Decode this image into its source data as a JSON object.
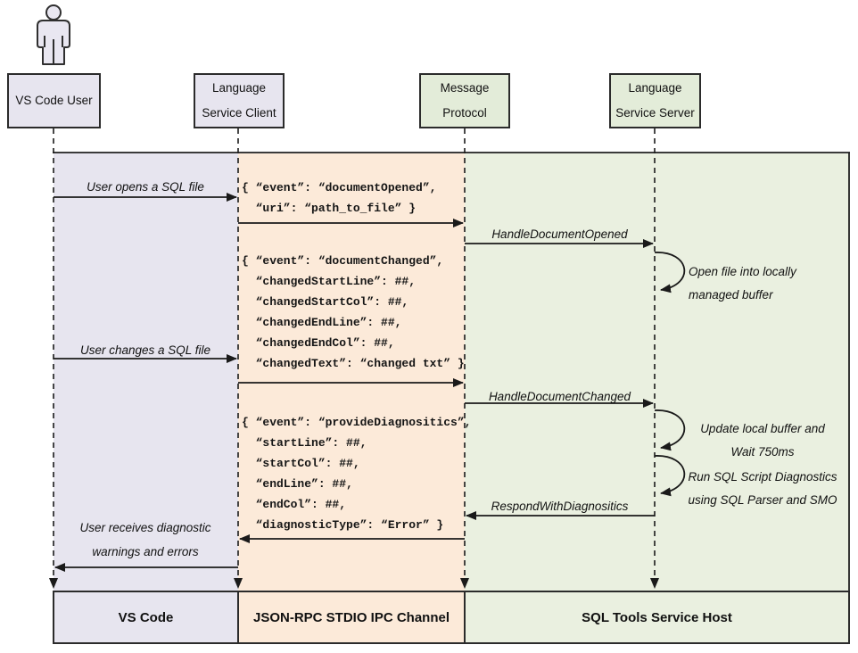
{
  "headers": {
    "user": {
      "title": "VS Code User"
    },
    "client": {
      "line1": "Language",
      "line2": "Service Client"
    },
    "protocol": {
      "line1": "Message",
      "line2": "Protocol"
    },
    "server": {
      "line1": "Language",
      "line2": "Service Server"
    }
  },
  "messages": {
    "open_file": "User opens a SQL file",
    "handle_opened": "HandleDocumentOpened",
    "change_file": "User changes a SQL file",
    "handle_changed": "HandleDocumentChanged",
    "respond_with_diagnostics": "RespondWithDiagnositics",
    "receive_line1": "User receives diagnostic",
    "receive_line2": "warnings and errors"
  },
  "server_notes": {
    "open_buffer_line1": "Open file into locally",
    "open_buffer_line2": "managed buffer",
    "update_buffer_line1": "Update local buffer and",
    "update_buffer_line2": "Wait 750ms",
    "run_diagnostics_line1": "Run SQL Script Diagnostics",
    "run_diagnostics_line2": "using SQL Parser and SMO"
  },
  "payloads": {
    "document_opened": "{ “event”: “documentOpened”,\n  “uri”: “path_to_file” }",
    "document_changed": "{ “event”: “documentChanged”,\n  “changedStartLine”: ##,\n  “changedStartCol”: ##,\n  “changedEndLine”: ##,\n  “changedEndCol”: ##,\n  “changedText”: “changed txt” }",
    "provide_diagnostics": "{ “event”: “provideDiagnositics”,\n  “startLine”: ##,\n  “startCol”: ##,\n  “endLine”: ##,\n  “endCol”: ##,\n  “diagnosticType”: “Error” }"
  },
  "footer": {
    "vscode": "VS Code",
    "ipc_channel": "JSON-RPC STDIO IPC Channel",
    "service_host": "SQL Tools Service Host"
  },
  "colors": {
    "lane_vscode": "#e7e5ef",
    "lane_ipc_channel": "#fcead9",
    "lane_service_host": "#eaf0e0",
    "header_box_green": "#e3ecd9",
    "line": "#1f1f1f"
  }
}
